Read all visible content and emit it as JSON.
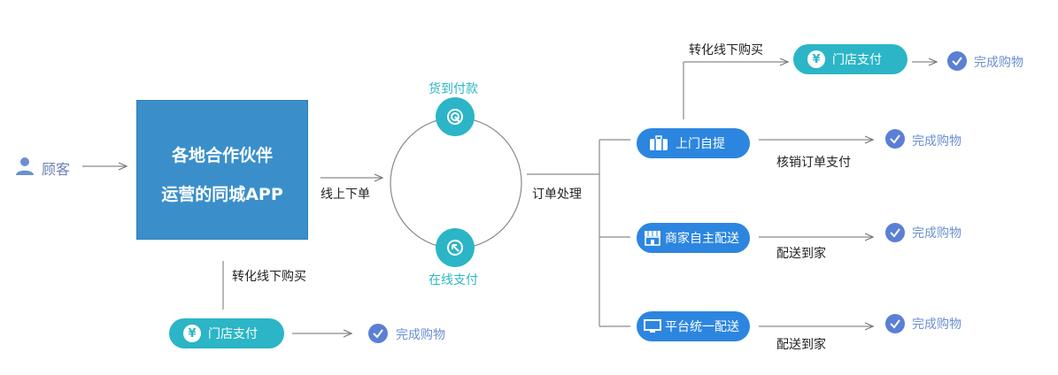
{
  "customer": {
    "label": "顾客"
  },
  "partner": {
    "line1": "各地合作伙伴",
    "line2": "运营的同城APP"
  },
  "flow": {
    "online_order": "线上下单",
    "offline_convert_bottom": "转化线下购买",
    "order_process": "订单处理",
    "offline_convert_top": "转化线下购买",
    "verify_pay": "核销订单支付",
    "deliver_home_1": "配送到家",
    "deliver_home_2": "配送到家"
  },
  "payment": {
    "cod": "货到付款",
    "online": "在线支付"
  },
  "nodes": {
    "store_pay_bottom": "门店支付",
    "store_pay_top": "门店支付",
    "self_pickup": "上门自提",
    "merchant_delivery": "商家自主配送",
    "platform_delivery": "平台统一配送"
  },
  "results": {
    "done_top": "完成购物",
    "done_pickup": "完成购物",
    "done_merchant": "完成购物",
    "done_platform": "完成购物",
    "done_bottom": "完成购物"
  },
  "colors": {
    "partner_box": "#3a8fcb",
    "teal": "#2bb5c6",
    "blue": "#2c86e0",
    "check": "#5b7fd4",
    "done_text": "#6b8fd0",
    "customer_text": "#6b7fb3"
  }
}
